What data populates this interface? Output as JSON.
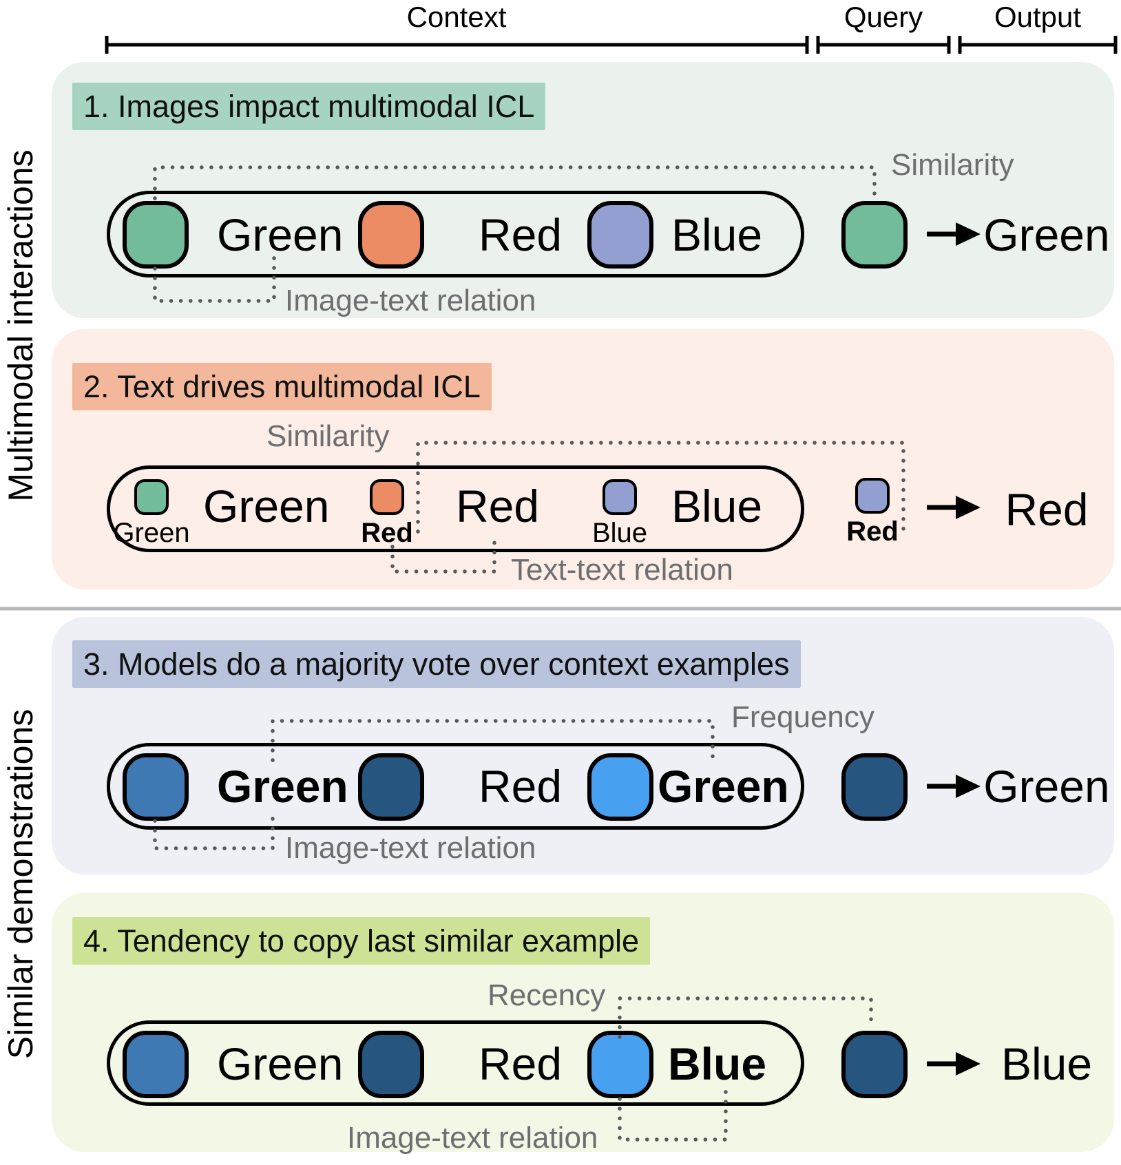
{
  "header": {
    "context_label": "Context",
    "query_label": "Query",
    "output_label": "Output"
  },
  "side_labels": {
    "multimodal": "Multimodal interactions",
    "similar": "Similar demonstrations"
  },
  "colors": {
    "green": "#72bc9c",
    "orange": "#ec8c64",
    "periwinkle": "#929fd0",
    "blue": "#3e79b4",
    "navy": "#26567f",
    "bright_blue": "#47a0f0",
    "panel1_bg": "#ebf2ee",
    "panel1_accent": "#a7d4c0",
    "panel2_bg": "#fdeee7",
    "panel2_accent": "#f3b89b",
    "panel3_bg": "#eef0f5",
    "panel3_accent": "#b9c3dc",
    "panel4_bg": "#f3f7e6",
    "panel4_accent": "#cde294",
    "annotation_gray": "#6d6e70",
    "dot_gray": "#57585a"
  },
  "panels": [
    {
      "number": "1",
      "title": "1. Images impact multimodal ICL",
      "annotations": {
        "similarity": "Similarity",
        "relation": "Image-text relation"
      },
      "examples": [
        {
          "image_color": "green",
          "label": "Green",
          "bold": false
        },
        {
          "image_color": "orange",
          "label": "Red",
          "bold": false
        },
        {
          "image_color": "periwinkle",
          "label": "Blue",
          "bold": false
        }
      ],
      "query": {
        "image_color": "green"
      },
      "output": "Green"
    },
    {
      "number": "2",
      "title": "2. Text drives multimodal ICL",
      "annotations": {
        "similarity": "Similarity",
        "relation": "Text-text relation"
      },
      "examples": [
        {
          "image_color": "green",
          "caption": "Green",
          "caption_bold": false,
          "label": "Green"
        },
        {
          "image_color": "orange",
          "caption": "Red",
          "caption_bold": true,
          "label": "Red"
        },
        {
          "image_color": "periwinkle",
          "caption": "Blue",
          "caption_bold": false,
          "label": "Blue"
        }
      ],
      "query": {
        "image_color": "periwinkle",
        "caption": "Red",
        "caption_bold": true
      },
      "output": "Red"
    },
    {
      "number": "3",
      "title": "3. Models do a majority vote over context examples",
      "annotations": {
        "frequency": "Frequency",
        "relation": "Image-text relation"
      },
      "examples": [
        {
          "image_color": "blue",
          "label": "Green",
          "bold": true
        },
        {
          "image_color": "navy",
          "label": "Red",
          "bold": false
        },
        {
          "image_color": "bright_blue",
          "label": "Green",
          "bold": true
        }
      ],
      "query": {
        "image_color": "navy"
      },
      "output": "Green"
    },
    {
      "number": "4",
      "title": "4. Tendency to copy last similar example",
      "annotations": {
        "recency": "Recency",
        "relation": "Image-text relation"
      },
      "examples": [
        {
          "image_color": "blue",
          "label": "Green",
          "bold": false
        },
        {
          "image_color": "navy",
          "label": "Red",
          "bold": false
        },
        {
          "image_color": "bright_blue",
          "label": "Blue",
          "bold": true
        }
      ],
      "query": {
        "image_color": "navy"
      },
      "output": "Blue"
    }
  ]
}
